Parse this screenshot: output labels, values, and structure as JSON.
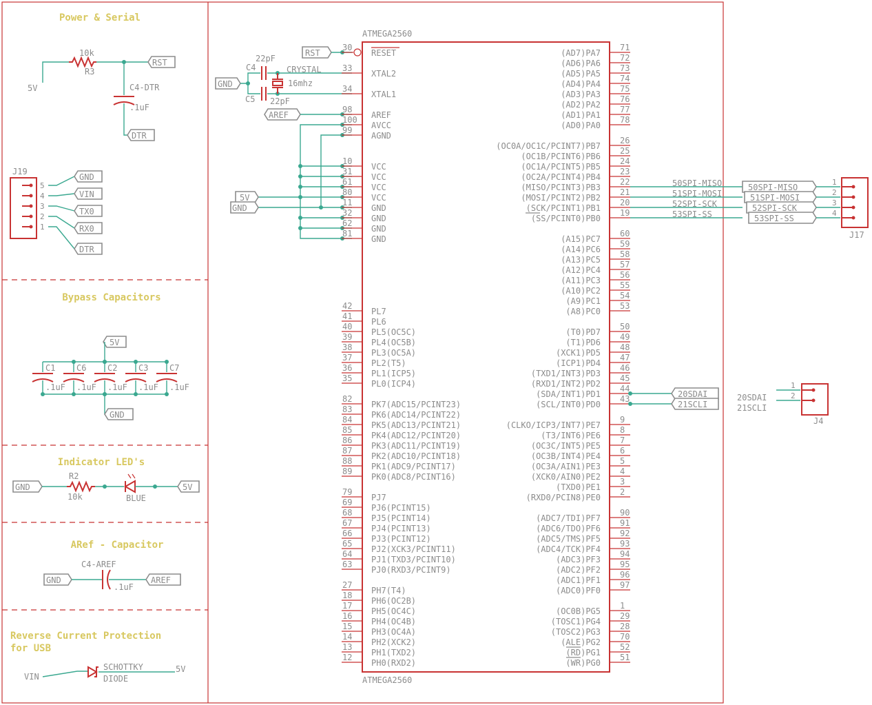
{
  "sections": {
    "power_serial": "Power & Serial",
    "bypass": "Bypass Capacitors",
    "leds": "Indicator LED's",
    "aref": "ARef - Capacitor",
    "reverse_1": "Reverse Current Protection",
    "reverse_2": "for USB"
  },
  "power_serial": {
    "supply": "5V",
    "r3_value": "10k",
    "r3_name": "R3",
    "rst_label": "RST",
    "cap_name": "C4-DTR",
    "cap_value": ".1uF",
    "dtr_label": "DTR",
    "header_name": "J19",
    "header_pins": [
      "5",
      "4",
      "3",
      "2",
      "1"
    ],
    "header_nets": [
      "GND",
      "VIN",
      "TX0",
      "RX0",
      "DTR"
    ]
  },
  "bypass": {
    "supply": "5V",
    "ground": "GND",
    "caps": [
      {
        "name": "C1",
        "value": ".1uF"
      },
      {
        "name": "C6",
        "value": ".1uF"
      },
      {
        "name": "C2",
        "value": ".1uF"
      },
      {
        "name": "C3",
        "value": ".1uF"
      },
      {
        "name": "C7",
        "value": ".1uF"
      }
    ]
  },
  "leds": {
    "ground": "GND",
    "r_name": "R2",
    "r_value": "10k",
    "led_color": "BLUE",
    "supply": "5V"
  },
  "aref_cap": {
    "ground": "GND",
    "cap_name": "C4-AREF",
    "cap_value": ".1uF",
    "net": "AREF"
  },
  "reverse": {
    "vin": "VIN",
    "diode_1": "SCHOTTKY",
    "diode_2": "DIODE",
    "out": "5V"
  },
  "crystal": {
    "rst": "RST",
    "gnd": "GND",
    "aref": "AREF",
    "c4_name": "C4",
    "c4_value": "22pF",
    "c5_name": "C5",
    "c5_value": "22pF",
    "crystal_name": "CRYSTAL",
    "crystal_freq": "16mhz",
    "pwr_5v": "5V",
    "pwr_gnd": "GND"
  },
  "mcu": {
    "name_top": "ATMEGA2560",
    "name_bottom": "ATMEGA2560",
    "left_pins": [
      {
        "num": "30",
        "name": "RESET"
      },
      {
        "num": "33",
        "name": "XTAL2"
      },
      {
        "num": "34",
        "name": "XTAL1"
      },
      {
        "num": "98",
        "name": "AREF"
      },
      {
        "num": "100",
        "name": "AVCC"
      },
      {
        "num": "99",
        "name": "AGND"
      },
      {
        "num": "10",
        "name": "VCC"
      },
      {
        "num": "31",
        "name": "VCC"
      },
      {
        "num": "61",
        "name": "VCC"
      },
      {
        "num": "80",
        "name": "VCC"
      },
      {
        "num": "11",
        "name": "GND"
      },
      {
        "num": "32",
        "name": "GND"
      },
      {
        "num": "62",
        "name": "GND"
      },
      {
        "num": "81",
        "name": "GND"
      },
      {
        "num": "42",
        "name": "PL7"
      },
      {
        "num": "41",
        "name": "PL6"
      },
      {
        "num": "40",
        "name": "PL5(OC5C)"
      },
      {
        "num": "39",
        "name": "PL4(OC5B)"
      },
      {
        "num": "38",
        "name": "PL3(OC5A)"
      },
      {
        "num": "37",
        "name": "PL2(T5)"
      },
      {
        "num": "36",
        "name": "PL1(ICP5)"
      },
      {
        "num": "35",
        "name": "PL0(ICP4)"
      },
      {
        "num": "82",
        "name": "PK7(ADC15/PCINT23)"
      },
      {
        "num": "83",
        "name": "PK6(ADC14/PCINT22)"
      },
      {
        "num": "84",
        "name": "PK5(ADC13/PCINT21)"
      },
      {
        "num": "85",
        "name": "PK4(ADC12/PCINT20)"
      },
      {
        "num": "86",
        "name": "PK3(ADC11/PCINT19)"
      },
      {
        "num": "87",
        "name": "PK2(ADC10/PCINT18)"
      },
      {
        "num": "88",
        "name": "PK1(ADC9/PCINT17)"
      },
      {
        "num": "89",
        "name": "PK0(ADC8/PCINT16)"
      },
      {
        "num": "79",
        "name": "PJ7"
      },
      {
        "num": "69",
        "name": "PJ6(PCINT15)"
      },
      {
        "num": "68",
        "name": "PJ5(PCINT14)"
      },
      {
        "num": "67",
        "name": "PJ4(PCINT13)"
      },
      {
        "num": "66",
        "name": "PJ3(PCINT12)"
      },
      {
        "num": "65",
        "name": "PJ2(XCK3/PCINT11)"
      },
      {
        "num": "64",
        "name": "PJ1(TXD3/PCINT10)"
      },
      {
        "num": "63",
        "name": "PJ0(RXD3/PCINT9)"
      },
      {
        "num": "27",
        "name": "PH7(T4)"
      },
      {
        "num": "18",
        "name": "PH6(OC2B)"
      },
      {
        "num": "17",
        "name": "PH5(OC4C)"
      },
      {
        "num": "16",
        "name": "PH4(OC4B)"
      },
      {
        "num": "15",
        "name": "PH3(OC4A)"
      },
      {
        "num": "14",
        "name": "PH2(XCK2)"
      },
      {
        "num": "13",
        "name": "PH1(TXD2)"
      },
      {
        "num": "12",
        "name": "PH0(RXD2)"
      }
    ],
    "right_pins": [
      {
        "num": "71",
        "name": "(AD7)PA7"
      },
      {
        "num": "72",
        "name": "(AD6)PA6"
      },
      {
        "num": "73",
        "name": "(AD5)PA5"
      },
      {
        "num": "74",
        "name": "(AD4)PA4"
      },
      {
        "num": "75",
        "name": "(AD3)PA3"
      },
      {
        "num": "76",
        "name": "(AD2)PA2"
      },
      {
        "num": "77",
        "name": "(AD1)PA1"
      },
      {
        "num": "78",
        "name": "(AD0)PA0"
      },
      {
        "num": "26",
        "name": "(OC0A/OC1C/PCINT7)PB7"
      },
      {
        "num": "25",
        "name": "(OC1B/PCINT6)PB6"
      },
      {
        "num": "24",
        "name": "(OC1A/PCINT5)PB5"
      },
      {
        "num": "23",
        "name": "(OC2A/PCINT4)PB4"
      },
      {
        "num": "22",
        "name": "(MISO/PCINT3)PB3"
      },
      {
        "num": "21",
        "name": "(MOSI/PCINT2)PB2"
      },
      {
        "num": "20",
        "name": "(SCK/PCINT1)PB1"
      },
      {
        "num": "19",
        "name": "(SS/PCINT0)PB0"
      },
      {
        "num": "60",
        "name": "(A15)PC7"
      },
      {
        "num": "59",
        "name": "(A14)PC6"
      },
      {
        "num": "58",
        "name": "(A13)PC5"
      },
      {
        "num": "57",
        "name": "(A12)PC4"
      },
      {
        "num": "56",
        "name": "(A11)PC3"
      },
      {
        "num": "55",
        "name": "(A10)PC2"
      },
      {
        "num": "54",
        "name": "(A9)PC1"
      },
      {
        "num": "53",
        "name": "(A8)PC0"
      },
      {
        "num": "50",
        "name": "(T0)PD7"
      },
      {
        "num": "49",
        "name": "(T1)PD6"
      },
      {
        "num": "48",
        "name": "(XCK1)PD5"
      },
      {
        "num": "47",
        "name": "(ICP1)PD4"
      },
      {
        "num": "46",
        "name": "(TXD1/INT3)PD3"
      },
      {
        "num": "45",
        "name": "(RXD1/INT2)PD2"
      },
      {
        "num": "44",
        "name": "(SDA/INT1)PD1"
      },
      {
        "num": "43",
        "name": "(SCL/INT0)PD0"
      },
      {
        "num": "9",
        "name": "(CLKO/ICP3/INT7)PE7"
      },
      {
        "num": "8",
        "name": "(T3/INT6)PE6"
      },
      {
        "num": "7",
        "name": "(OC3C/INT5)PE5"
      },
      {
        "num": "6",
        "name": "(OC3B/INT4)PE4"
      },
      {
        "num": "5",
        "name": "(OC3A/AIN1)PE3"
      },
      {
        "num": "4",
        "name": "(XCK0/AIN0)PE2"
      },
      {
        "num": "3",
        "name": "(TXD0)PE1"
      },
      {
        "num": "2",
        "name": "(RXD0/PCIN8)PE0"
      },
      {
        "num": "90",
        "name": "(ADC7/TDI)PF7"
      },
      {
        "num": "91",
        "name": "(ADC6/TDO)PF6"
      },
      {
        "num": "92",
        "name": "(ADC5/TMS)PF5"
      },
      {
        "num": "93",
        "name": "(ADC4/TCK)PF4"
      },
      {
        "num": "94",
        "name": "(ADC3)PF3"
      },
      {
        "num": "95",
        "name": "(ADC2)PF2"
      },
      {
        "num": "96",
        "name": "(ADC1)PF1"
      },
      {
        "num": "97",
        "name": "(ADC0)PF0"
      },
      {
        "num": "1",
        "name": "(OC0B)PG5"
      },
      {
        "num": "29",
        "name": "(TOSC1)PG4"
      },
      {
        "num": "28",
        "name": "(TOSC2)PG3"
      },
      {
        "num": "70",
        "name": "(ALE)PG2"
      },
      {
        "num": "52",
        "name": "(RD)PG1"
      },
      {
        "num": "51",
        "name": "(WR)PG0"
      }
    ]
  },
  "spi": {
    "nets": [
      "50SPI-MISO",
      "51SPI-MOSI",
      "52SPI-SCK",
      "53SPI-SS"
    ],
    "header_name": "J17",
    "header_pins": [
      "1",
      "2",
      "3",
      "4"
    ]
  },
  "i2c": {
    "nets": [
      "20SDAI",
      "21SCLI"
    ],
    "header_name": "J4",
    "header_pins": [
      "1",
      "2"
    ]
  },
  "colors": {
    "part": "#c83232",
    "wire": "#3aa890",
    "text": "#8c8c8c",
    "heading": "#d8c860"
  }
}
